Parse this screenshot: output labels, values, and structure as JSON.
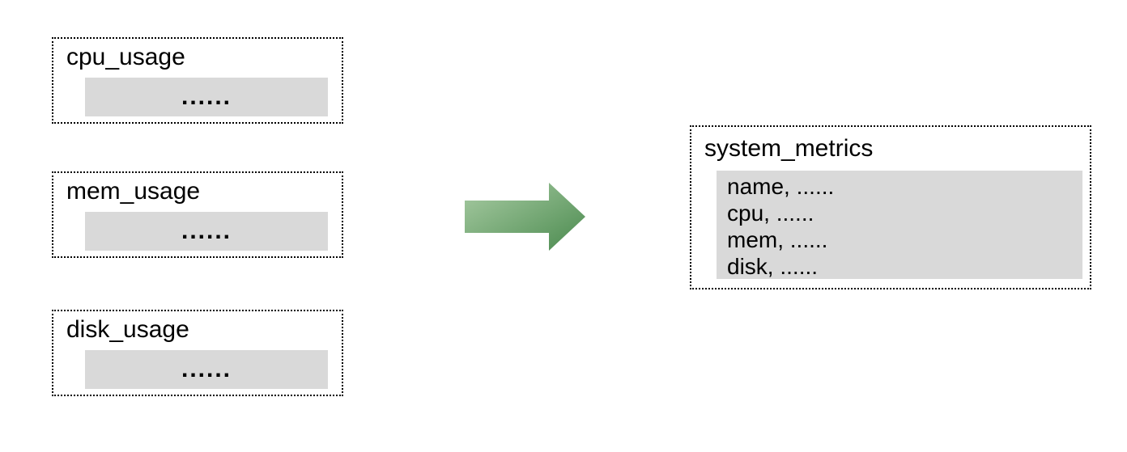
{
  "diagram": {
    "source_tables": [
      {
        "title": "cpu_usage",
        "placeholder": "......"
      },
      {
        "title": "mem_usage",
        "placeholder": "......"
      },
      {
        "title": "disk_usage",
        "placeholder": "......"
      }
    ],
    "arrow": {
      "direction": "right",
      "gradient_start": "#a9cca4",
      "gradient_end": "#4a8a4e"
    },
    "target_table": {
      "title": "system_metrics",
      "rows": [
        "name, ......",
        "cpu, ......",
        "mem, ......",
        "disk, ......"
      ]
    },
    "colors": {
      "fill_gray": "#d9d9d9",
      "border": "#000000",
      "background": "#ffffff"
    }
  }
}
